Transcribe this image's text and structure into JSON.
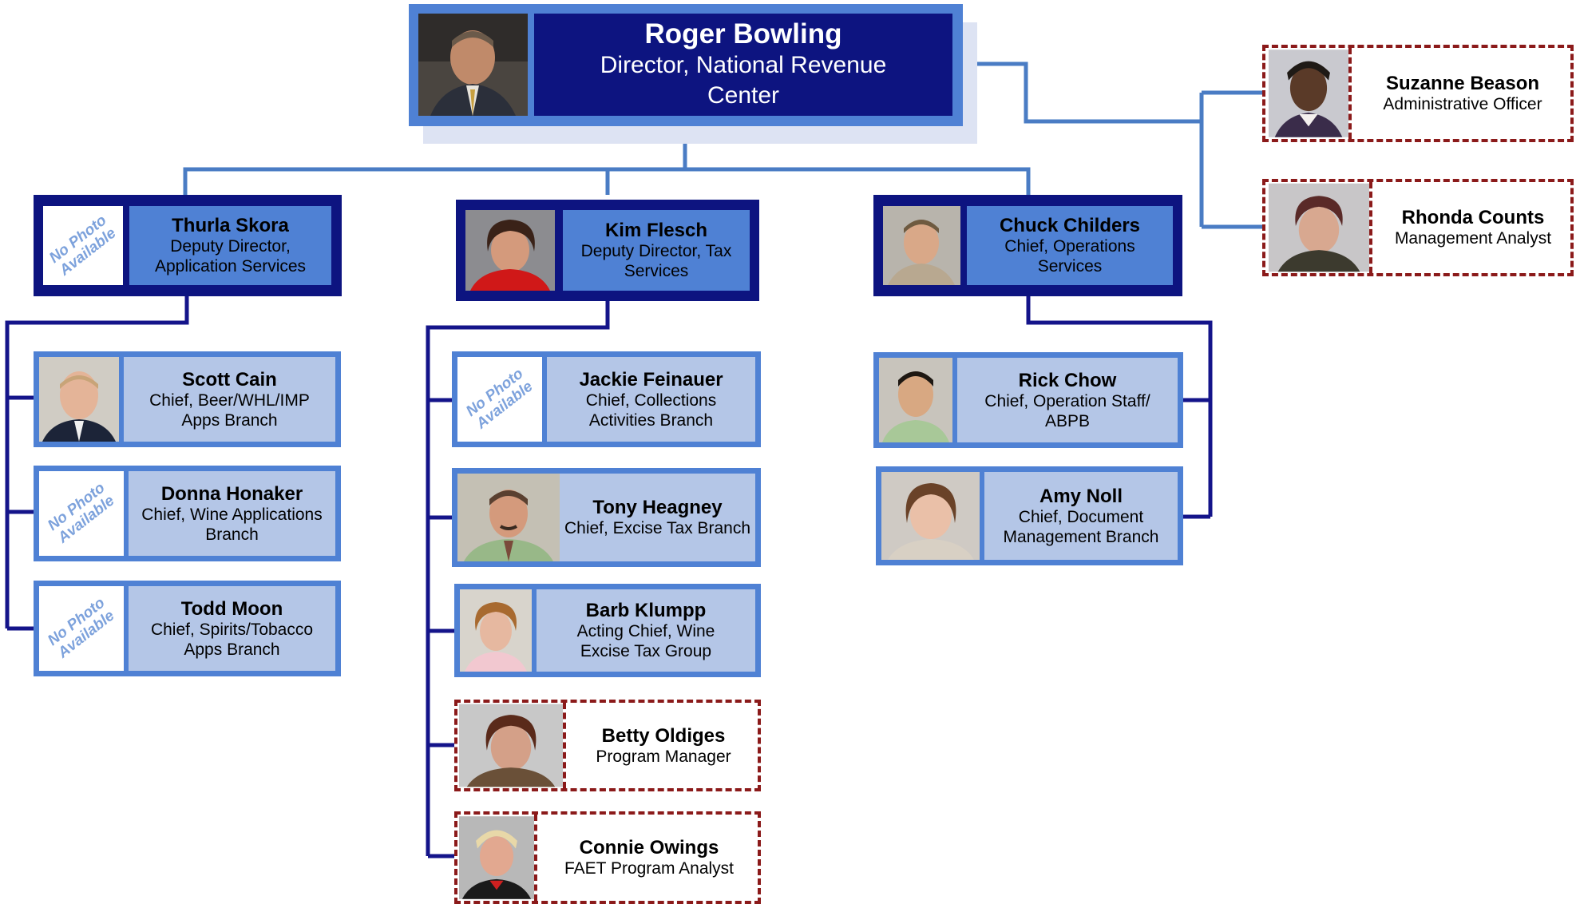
{
  "director": {
    "name": "Roger Bowling",
    "title": "Director, National Revenue Center"
  },
  "no_photo_label": "No Photo Available",
  "staff": [
    {
      "name": "Suzanne Beason",
      "title": "Administrative Officer"
    },
    {
      "name": "Rhonda Counts",
      "title": "Management Analyst"
    }
  ],
  "deputies": [
    {
      "name": "Thurla Skora",
      "title": "Deputy Director, Application Services"
    },
    {
      "name": "Kim Flesch",
      "title": "Deputy Director, Tax Services"
    },
    {
      "name": "Chuck Childers",
      "title": "Chief, Operations Services"
    }
  ],
  "branches_left": [
    {
      "name": "Scott Cain",
      "title": "Chief, Beer/WHL/IMP Apps Branch"
    },
    {
      "name": "Donna Honaker",
      "title": "Chief, Wine Applications Branch"
    },
    {
      "name": "Todd Moon",
      "title": "Chief, Spirits/Tobacco Apps Branch"
    }
  ],
  "branches_middle": [
    {
      "name": "Jackie Feinauer",
      "title": "Chief, Collections Activities Branch"
    },
    {
      "name": "Tony Heagney",
      "title": "Chief, Excise Tax Branch"
    },
    {
      "name": "Barb Klumpp",
      "title": "Acting Chief, Wine Excise Tax Group"
    },
    {
      "name": "Betty Oldiges",
      "title": "Program Manager"
    },
    {
      "name": "Connie Owings",
      "title": "FAET Program Analyst"
    }
  ],
  "branches_right": [
    {
      "name": "Rick Chow",
      "title": "Chief, Operation Staff/ ABPB"
    },
    {
      "name": "Amy Noll",
      "title": "Chief, Document Management Branch"
    }
  ],
  "colors": {
    "dark_navy": "#0a0a6e",
    "medium_blue": "#4472c4",
    "light_blue": "#b4c6e7",
    "dashed_red": "#8b1a1a"
  }
}
